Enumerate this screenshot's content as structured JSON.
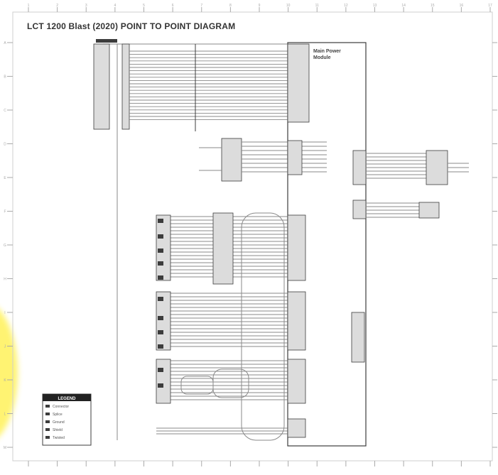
{
  "title": "LCT 1200 Blast (2020) POINT TO POINT DIAGRAM",
  "panel_label": "Main Power\nModule",
  "bottom_caption": "",
  "ruler": {
    "top": [
      "1",
      "2",
      "3",
      "4",
      "5",
      "6",
      "7",
      "8",
      "9",
      "10",
      "11",
      "12",
      "13",
      "14",
      "15",
      "16",
      "17"
    ],
    "left": [
      "A",
      "B",
      "C",
      "D",
      "E",
      "F",
      "G",
      "H",
      "I",
      "J",
      "K",
      "L",
      "M"
    ]
  },
  "legend": {
    "title": "LEGEND",
    "rows": [
      "Connector",
      "Splice",
      "Ground",
      "Shield",
      "Twisted"
    ]
  },
  "colors": {
    "line": "#8a8a8a",
    "dark": "#3c3c3c",
    "fill": "#dcdcdc",
    "highlight": "#fff36b"
  }
}
